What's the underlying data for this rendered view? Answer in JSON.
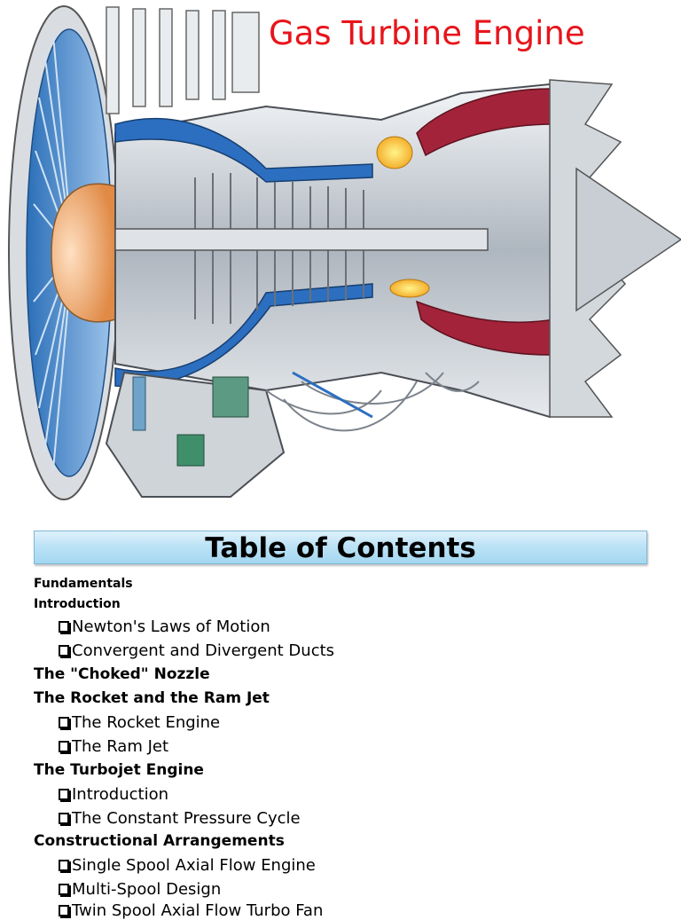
{
  "page": {
    "title": "Gas Turbine Engine",
    "title_color": "#e8141b"
  },
  "toc": {
    "heading": "Table of Contents",
    "items": [
      {
        "text": "Fundamentals",
        "level": 0
      },
      {
        "text": "Introduction",
        "level": 0
      },
      {
        "text": "Newton's Laws of Motion",
        "level": 2
      },
      {
        "text": "Convergent and Divergent Ducts",
        "level": 2
      },
      {
        "text": "The \"Choked\" Nozzle",
        "level": 1
      },
      {
        "text": "The Rocket and the Ram Jet",
        "level": 1
      },
      {
        "text": "The Rocket Engine",
        "level": 2
      },
      {
        "text": "The Ram Jet",
        "level": 2
      },
      {
        "text": "The Turbojet Engine",
        "level": 1
      },
      {
        "text": "Introduction",
        "level": 2
      },
      {
        "text": "The Constant Pressure Cycle",
        "level": 2
      },
      {
        "text": "Constructional Arrangements",
        "level": 1
      },
      {
        "text": "Single Spool Axial Flow Engine",
        "level": 2
      },
      {
        "text": "Multi-Spool Design",
        "level": 2
      },
      {
        "text": "Twin Spool Axial Flow Turbo Fan",
        "level": 2
      }
    ]
  }
}
